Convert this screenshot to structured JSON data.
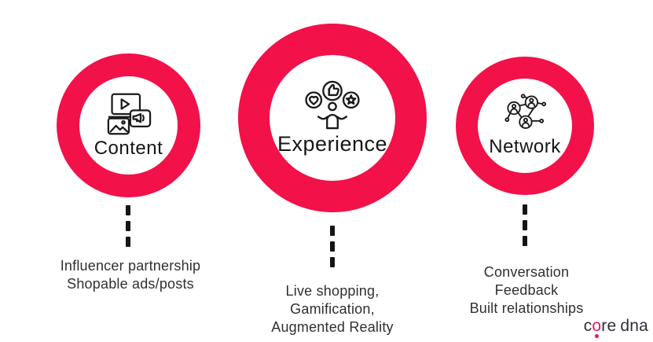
{
  "colors": {
    "ring_red": "#F21148",
    "title_ink": "#161616",
    "caption_text": "#303030",
    "dash_black": "#151515",
    "logo_text": "#2E2E38",
    "logo_accent_pink": "#E6186D",
    "background": "#FFFFFF"
  },
  "icons": {
    "content": "media-content-icon",
    "experience": "person-reactions-icon",
    "network": "connected-people-icon"
  },
  "pillars": [
    {
      "title": "Content",
      "caption_lines": [
        "Influencer partnership",
        "Shopable ads/posts"
      ]
    },
    {
      "title": "Experience",
      "caption_lines": [
        "Live shopping,",
        "Gamification,",
        "Augmented Reality"
      ]
    },
    {
      "title": "Network",
      "caption_lines": [
        "Conversation",
        "Feedback",
        "Built relationships"
      ]
    }
  ],
  "logo": {
    "part_c": "c",
    "part_o": "o",
    "part_re": "re",
    "part_dna": "dna"
  }
}
